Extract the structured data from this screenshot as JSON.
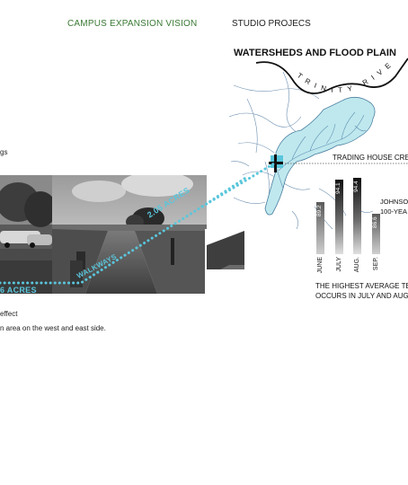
{
  "header": {
    "section_title": "CAMPUS EXPANSION VISION",
    "studio_label": "STUDIO PROJECS"
  },
  "map": {
    "title": "WATERSHEDS AND FLOOD PLAIN",
    "river_label": "TRINITY RIVE",
    "creek_label": "TRADING HOUSE CREE",
    "creek_color": "#bfe8ee",
    "callout_lines": [
      "JOHNSO",
      "100-YEA"
    ]
  },
  "photo": {
    "acres_left": "6 ACRES",
    "acres_right": "2.05 ACRES",
    "walkways_label": "WALKWAYS",
    "accent_color": "#5ac6dc"
  },
  "text_fragments": {
    "gs": "gs",
    "effect": "effect",
    "area_note": "n area on the west and east side."
  },
  "chart_data": {
    "type": "bar",
    "categories": [
      "JUNE",
      "JULY",
      "AUG.",
      "SEP."
    ],
    "values": [
      89.2,
      94.1,
      94.4,
      86.6
    ],
    "value_labels": [
      "89.2",
      "94.1",
      "94.4",
      "86.6"
    ],
    "ylim": [
      78,
      95
    ],
    "caption_lines": [
      "THE HIGHEST AVERAGE TEM",
      "OCCURS IN JULY AND AUGU"
    ]
  }
}
